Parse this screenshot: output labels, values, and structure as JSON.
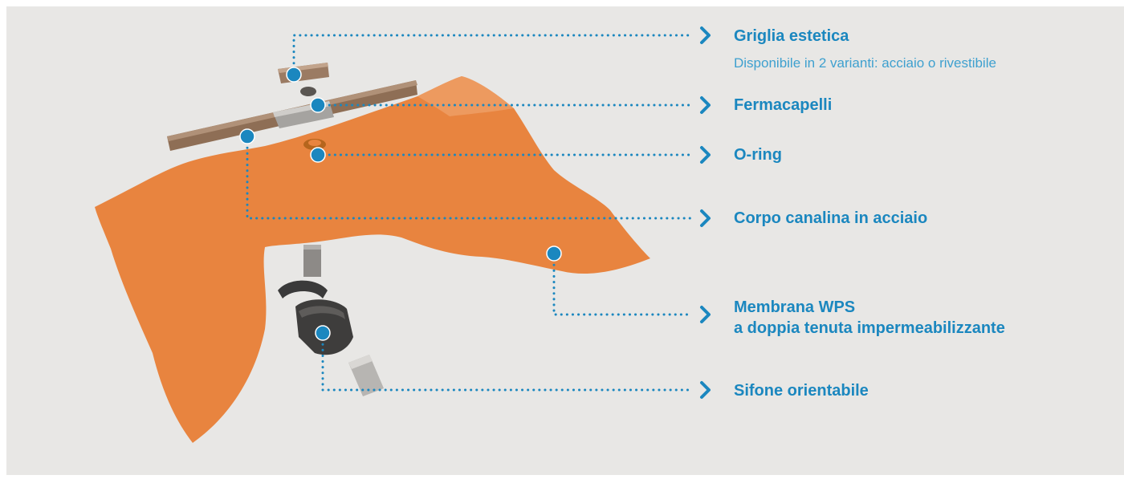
{
  "colors": {
    "background": "#e8e7e5",
    "accent": "#1b87bf",
    "membrane": "#e8843f",
    "steel": "#9a8a7c"
  },
  "components": [
    {
      "id": "griglia",
      "title": "Griglia estetica",
      "subtitle": "Disponibile in 2 varianti: acciaio o rivestibile"
    },
    {
      "id": "fermacapelli",
      "title": "Fermacapelli"
    },
    {
      "id": "oring",
      "title": "O-ring"
    },
    {
      "id": "corpo",
      "title": "Corpo canalina in acciaio"
    },
    {
      "id": "membrana",
      "title": "Membrana WPS",
      "title_line2": "a doppia tenuta impermeabilizzante"
    },
    {
      "id": "sifone",
      "title": "Sifone orientabile"
    }
  ]
}
